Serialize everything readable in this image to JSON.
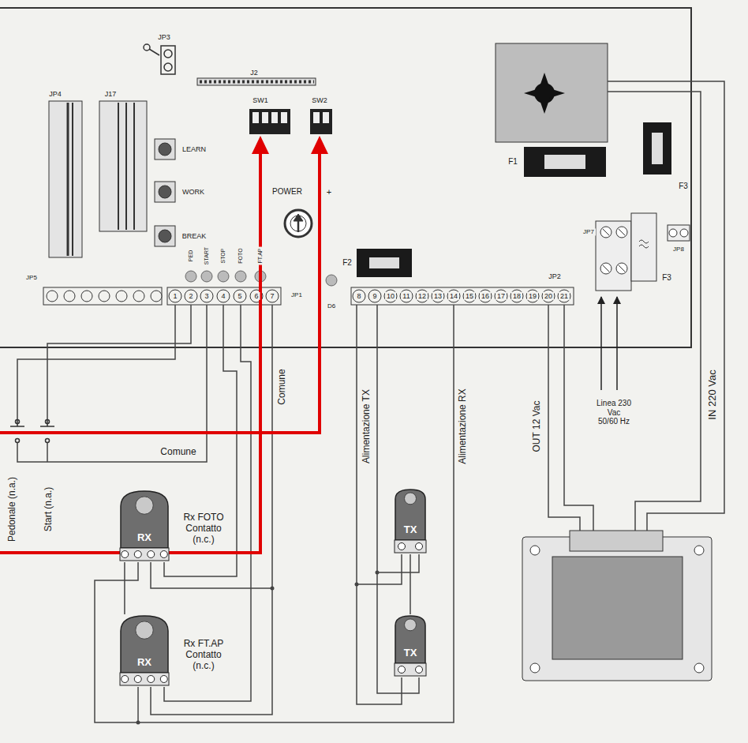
{
  "diagram": {
    "nodes": [
      {
        "text": [
          "RX"
        ]
      },
      {
        "text": [
          "RX"
        ]
      },
      {
        "text": [
          "TX"
        ]
      },
      {
        "text": [
          "TX"
        ]
      }
    ],
    "edges": [
      {
        "from": 0,
        "to": 1,
        "arrow": "none"
      },
      {
        "from": 2,
        "to": 3,
        "arrow": "none"
      }
    ],
    "labels": [
      "JP3",
      "J2",
      "SW1",
      "SW2",
      "JP4",
      "J17",
      "LEARN",
      "WORK",
      "BREAK",
      "POWER",
      "+",
      "F1",
      "F3",
      "JP8",
      "JP7",
      "F3",
      "F2",
      "JP5",
      "JP1",
      "D6",
      "JP2",
      "PED",
      "START",
      "STOP",
      "FOTO",
      "FT.AP",
      "1",
      "2",
      "3",
      "4",
      "5",
      "6",
      "7",
      "8",
      "9",
      "10",
      "11",
      "12",
      "13",
      "14",
      "15",
      "16",
      "17",
      "18",
      "19",
      "20",
      "21",
      "Comune",
      "Alimentazione TX",
      "Alimentazione RX",
      "OUT 12 Vac",
      "Linea 230 Vac 50/60 Hz",
      "IN 220 Vac",
      "Comune",
      "Pedonale (n.a.)",
      "Start (n.a.)",
      "Rx FOTO Contatto (n.c.)",
      "Rx FT.AP Contatto (n.c.)"
    ]
  }
}
